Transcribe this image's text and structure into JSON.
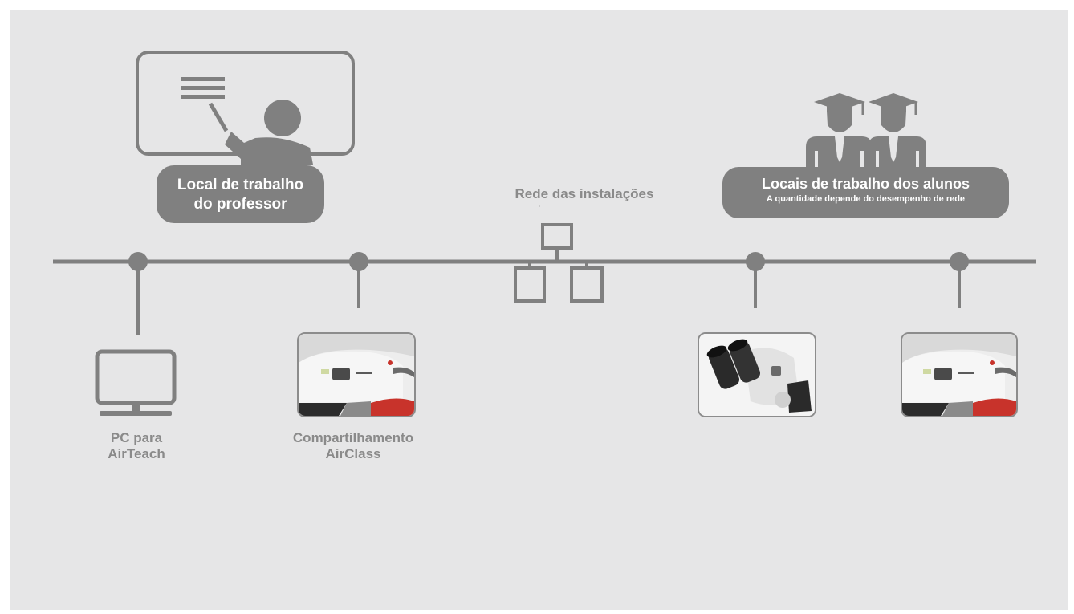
{
  "teacher": {
    "title_line1": "Local de trabalho",
    "title_line2": "do professor"
  },
  "network": {
    "label": "Rede das instalações"
  },
  "students": {
    "title": "Locais de trabalho dos alunos",
    "subtitle": "A quantidade depende do desempenho de rede"
  },
  "nodes": {
    "pc": {
      "line1": "PC para",
      "line2": "AirTeach"
    },
    "share": {
      "line1": "Compartilhamento",
      "line2": "AirClass"
    }
  },
  "colors": {
    "background": "#e6e6e7",
    "line": "#808080",
    "pill": "#808080",
    "accent_red": "#c8332b"
  },
  "icons": [
    "whiteboard-icon",
    "teacher-icon",
    "network-icon",
    "monitor-icon",
    "student-icon",
    "graduation-cap-icon"
  ]
}
